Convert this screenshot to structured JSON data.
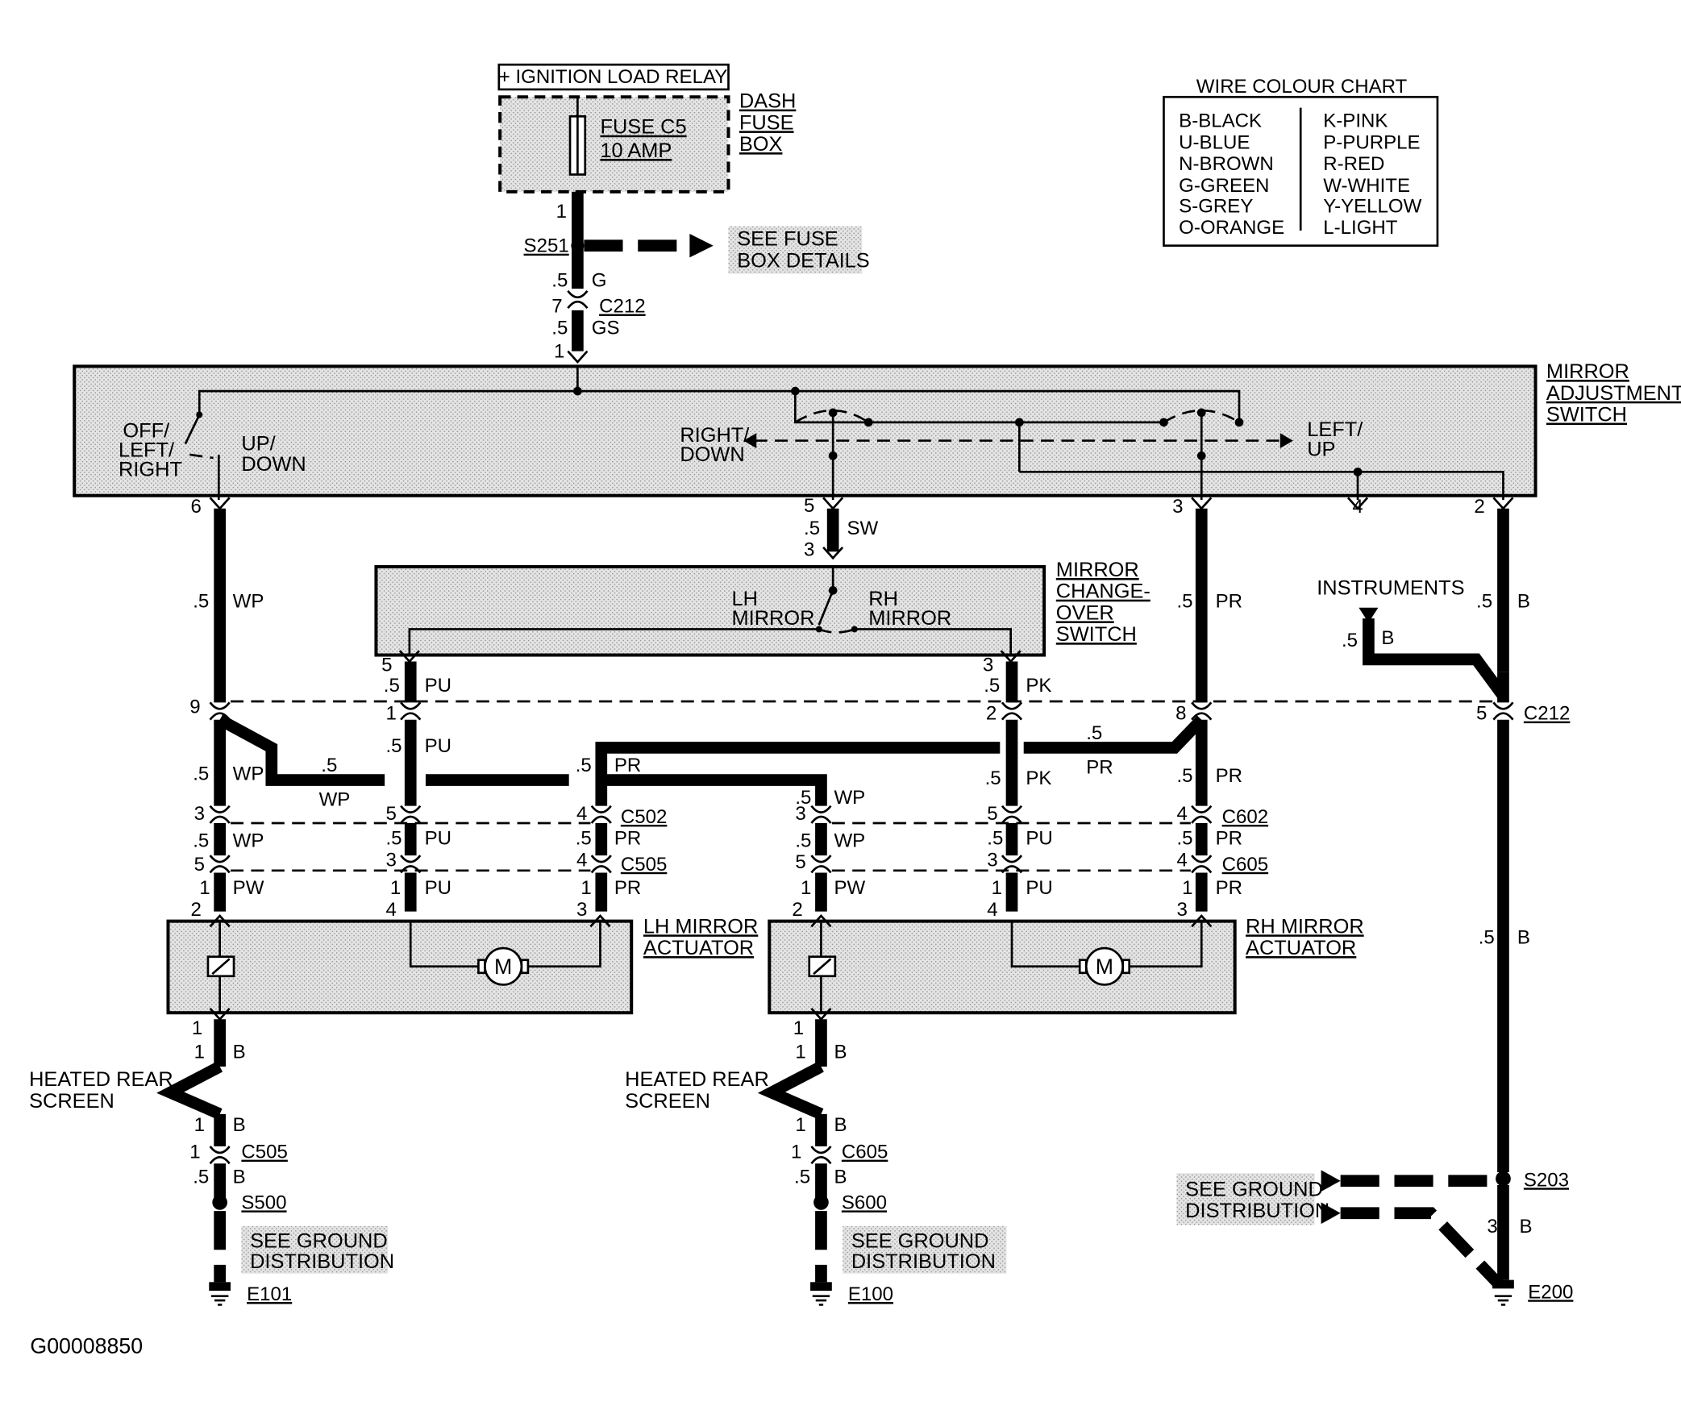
{
  "fuse_box": {
    "relay_label": "+ IGNITION LOAD RELAY",
    "name_lines": [
      "DASH",
      "FUSE",
      "BOX"
    ],
    "fuse_label": "FUSE C5",
    "fuse_rating": "10 AMP",
    "pin": "1"
  },
  "wire_colour_chart": {
    "title": "WIRE COLOUR CHART",
    "left": [
      "B-BLACK",
      "U-BLUE",
      "N-BROWN",
      "G-GREEN",
      "S-GREY",
      "O-ORANGE"
    ],
    "right": [
      "K-PINK",
      "P-PURPLE",
      "R-RED",
      "W-WHITE",
      "Y-YELLOW",
      "L-LIGHT"
    ]
  },
  "splices": {
    "s251": "S251",
    "s500": "S500",
    "s600": "S600",
    "s203": "S203"
  },
  "connectors": {
    "c212": "C212",
    "c502": "C502",
    "c505": "C505",
    "c602": "C602",
    "c605": "C605"
  },
  "grounds": {
    "e101": "E101",
    "e100": "E100",
    "e200": "E200"
  },
  "references": {
    "fuse_details": [
      "SEE FUSE",
      "BOX DETAILS"
    ],
    "ground_distribution": [
      "SEE GROUND",
      "DISTRIBUTION"
    ]
  },
  "mirror_adjustment_switch": {
    "name_lines": [
      "MIRROR",
      "ADJUSTMENT",
      "SWITCH"
    ],
    "off_left_right": [
      "OFF/",
      "LEFT/",
      "RIGHT"
    ],
    "up_down": [
      "UP/",
      "DOWN"
    ],
    "right_down": [
      "RIGHT/",
      "DOWN"
    ],
    "left_up": [
      "LEFT/",
      "UP"
    ],
    "pins": [
      "6",
      "5",
      "3",
      "4",
      "2"
    ]
  },
  "changeover_switch": {
    "name_lines": [
      "MIRROR",
      "CHANGE-",
      "OVER",
      "SWITCH"
    ],
    "lh": [
      "LH",
      "MIRROR"
    ],
    "rh": [
      "RH",
      "MIRROR"
    ],
    "pins": [
      "3",
      "5",
      "3"
    ]
  },
  "instruments": {
    "label": "INSTRUMENTS"
  },
  "lh_actuator": {
    "name_lines": [
      "LH MIRROR",
      "ACTUATOR"
    ],
    "motor": "M",
    "pins": [
      "2",
      "4",
      "3",
      "1"
    ]
  },
  "rh_actuator": {
    "name_lines": [
      "RH MIRROR",
      "ACTUATOR"
    ],
    "motor": "M",
    "pins": [
      "2",
      "4",
      "3",
      "1"
    ]
  },
  "heated_rear_screen": [
    "HEATED REAR",
    "SCREEN"
  ],
  "wire_labels": {
    "size_05": ".5",
    "size_1": "1",
    "G": "G",
    "GS": "GS",
    "WP": "WP",
    "SW": "SW",
    "PR": "PR",
    "B": "B",
    "PU": "PU",
    "PK": "PK",
    "PW": "PW"
  },
  "pin_numbers": {
    "n1": "1",
    "n2": "2",
    "n3": "3",
    "n4": "4",
    "n5": "5",
    "n7": "7",
    "n8": "8",
    "n9": "9"
  },
  "diagram_id": "G00008850"
}
